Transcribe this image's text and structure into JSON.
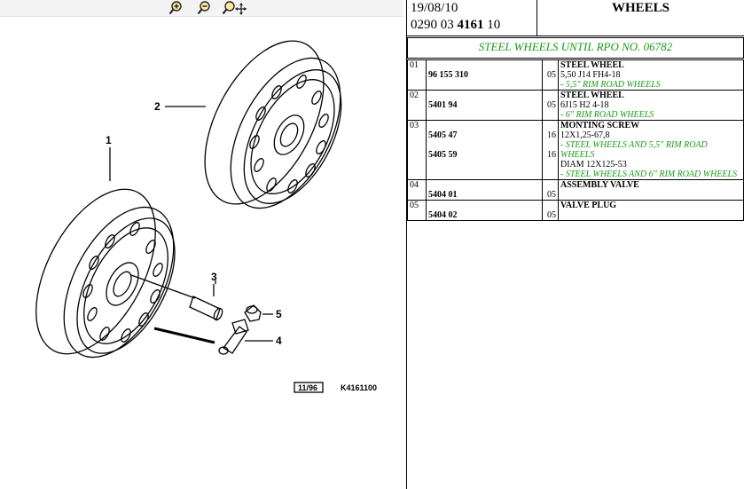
{
  "toolbar": {
    "zoom_in_icon": "magnifier-plus-icon",
    "zoom_out_icon": "magnifier-minus-icon",
    "pan_zoom_icon": "magnifier-move-icon"
  },
  "diagram": {
    "callouts": [
      "1",
      "2",
      "3",
      "4",
      "5"
    ],
    "date_tag": "11/96",
    "ref_tag": "K4161100"
  },
  "header": {
    "date": "19/08/10",
    "ref_prefix": "0290 03 ",
    "ref_bold": "4161",
    "ref_suffix": " 10",
    "title": "WHEELS"
  },
  "section": {
    "title": "STEEL WHEELS UNTIL RPO NO. 06782"
  },
  "items": [
    {
      "idx": "01",
      "rows": [
        {
          "ref": "96 155 310",
          "qty": "05",
          "lines": [
            {
              "text": "STEEL WHEEL",
              "style": "desc"
            },
            {
              "text": "5,50 J14 FH4-18",
              "style": "plain"
            },
            {
              "text": "- 5,5\" RIM ROAD WHEELS",
              "style": "note"
            }
          ]
        }
      ]
    },
    {
      "idx": "02",
      "rows": [
        {
          "ref": "5401 94",
          "qty": "05",
          "lines": [
            {
              "text": "STEEL WHEEL",
              "style": "desc"
            },
            {
              "text": "6J15 H2 4-18",
              "style": "plain"
            },
            {
              "text": "- 6\" RIM ROAD WHEELS",
              "style": "note"
            }
          ]
        }
      ]
    },
    {
      "idx": "03",
      "rows": [
        {
          "ref": "5405 47",
          "qty": "16",
          "lines": [
            {
              "text": "MONTING SCREW",
              "style": "desc"
            },
            {
              "text": "12X1,25-67,8",
              "style": "plain"
            },
            {
              "text": "- STEEL WHEELS AND 5,5\" RIM ROAD WHEELS",
              "style": "note"
            }
          ]
        },
        {
          "ref": "5405 59",
          "qty": "16",
          "lines": [
            {
              "text": "DIAM 12X125-53",
              "style": "plain"
            },
            {
              "text": "- STEEL WHEELS AND 6\" RIM ROAD WHEELS",
              "style": "note"
            }
          ]
        }
      ]
    },
    {
      "idx": "04",
      "rows": [
        {
          "ref": "5404 01",
          "qty": "05",
          "lines": [
            {
              "text": "ASSEMBLY VALVE",
              "style": "desc"
            }
          ]
        }
      ]
    },
    {
      "idx": "05",
      "rows": [
        {
          "ref": "5404 02",
          "qty": "05",
          "lines": [
            {
              "text": "VALVE PLUG",
              "style": "desc"
            }
          ]
        }
      ]
    }
  ],
  "colors": {
    "note_green": "#1a9a1a",
    "rule": "#000000"
  }
}
